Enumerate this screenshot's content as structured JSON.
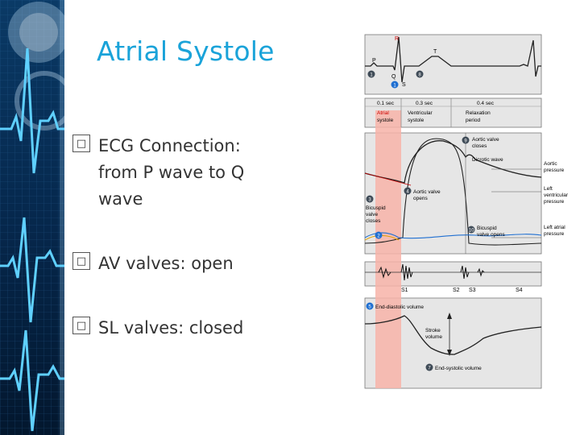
{
  "slide": {
    "title": "Atrial Systole",
    "bullets": [
      {
        "marker": "□",
        "text": "ECG Connection: from P wave to Q wave"
      },
      {
        "marker": "□",
        "text": "AV valves: open"
      },
      {
        "marker": "□",
        "text": "SL valves: closed"
      }
    ]
  },
  "diagram": {
    "ecg_labels": {
      "p": "P",
      "q": "Q",
      "r": "R",
      "s": "S",
      "t": "T"
    },
    "ecg_markers": {
      "m1": "1",
      "m8": "8",
      "m1b": "1"
    },
    "timing": {
      "t1": "0.1 sec",
      "t2": "0.3 sec",
      "t3": "0.4 sec",
      "p1a": "Atrial",
      "p1b": "systole",
      "p2a": "Ventricular",
      "p2b": "systole",
      "p3a": "Relaxation",
      "p3b": "period"
    },
    "pressure": {
      "m9": "9",
      "aortic_close_1": "Aortic valve",
      "aortic_close_2": "closes",
      "dicrotic": "Dicrotic wave",
      "m4": "4",
      "aortic_open_1": "Aortic valve",
      "aortic_open_2": "opens",
      "m3": "3",
      "bicuspid_1": "Bicuspid",
      "bicuspid_2": "valve",
      "bicuspid_3": "closes",
      "m2": "2",
      "m10": "10",
      "bicuspid_open_1": "Bicuspid",
      "bicuspid_open_2": "valve opens",
      "aortic_p_1": "Aortic",
      "aortic_p_2": "pressure",
      "lv_1": "Left",
      "lv_2": "ventricular",
      "lv_3": "pressure",
      "la_1": "Left atrial",
      "la_2": "pressure"
    },
    "sounds": {
      "s1": "S1",
      "s2": "S2",
      "s3": "S3",
      "s4": "S4"
    },
    "volume": {
      "m5": "5",
      "edv": "End-diastolic volume",
      "stroke_1": "Stroke",
      "stroke_2": "volume",
      "m7": "7",
      "esv": "End-systolic volume"
    }
  },
  "colors": {
    "title": "#1aa3d9",
    "highlight": "#f7b3a8",
    "marker_fill": "#3f4b57",
    "marker_blue": "#1f6fd1",
    "deco_dark": "#05203f"
  }
}
